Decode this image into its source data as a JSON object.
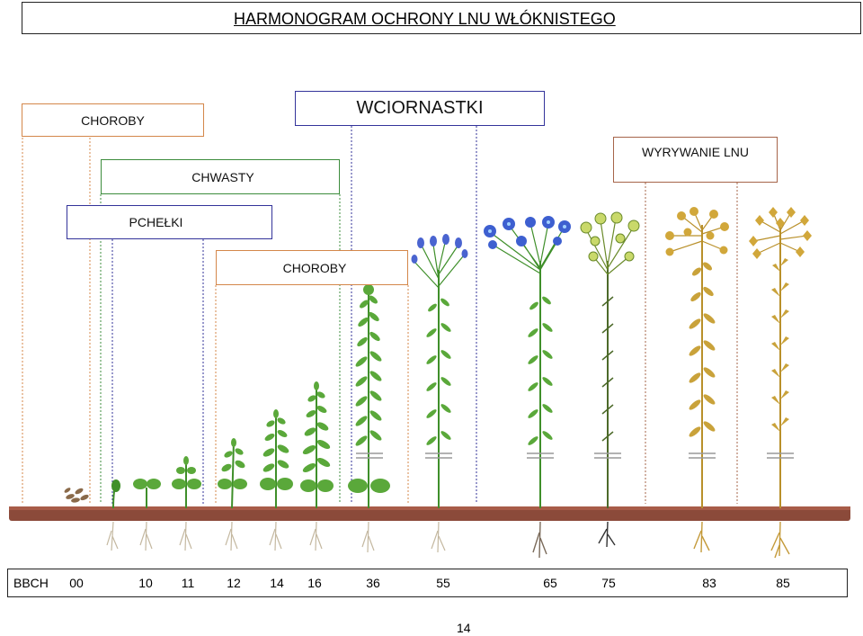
{
  "title": "HARMONOGRAM OCHRONY LNU WŁÓKNISTEGO",
  "labels": {
    "choroby_top": "CHOROBY",
    "wciornastki": "WCIORNASTKI",
    "wyrywanie": "WYRYWANIE LNU",
    "chwasty": "CHWASTY",
    "pchelki": "PCHEŁKI",
    "choroby_mid": "CHOROBY"
  },
  "bbch": {
    "label": "BBCH",
    "codes": [
      "00",
      "10",
      "11",
      "12",
      "14",
      "16",
      "36",
      "55",
      "65",
      "75",
      "83",
      "85"
    ]
  },
  "page_number": "14",
  "colors": {
    "orange_border": "#d4874a",
    "blue_border": "#33339a",
    "green_border": "#3c8c3c",
    "brown_border": "#a6654a",
    "soil": "#8b4a3a",
    "stem_green": "#3f8f2a",
    "leaf_green": "#5aa83a",
    "flower_blue": "#3d5fd0",
    "yellow_plant": "#c9a23a"
  }
}
